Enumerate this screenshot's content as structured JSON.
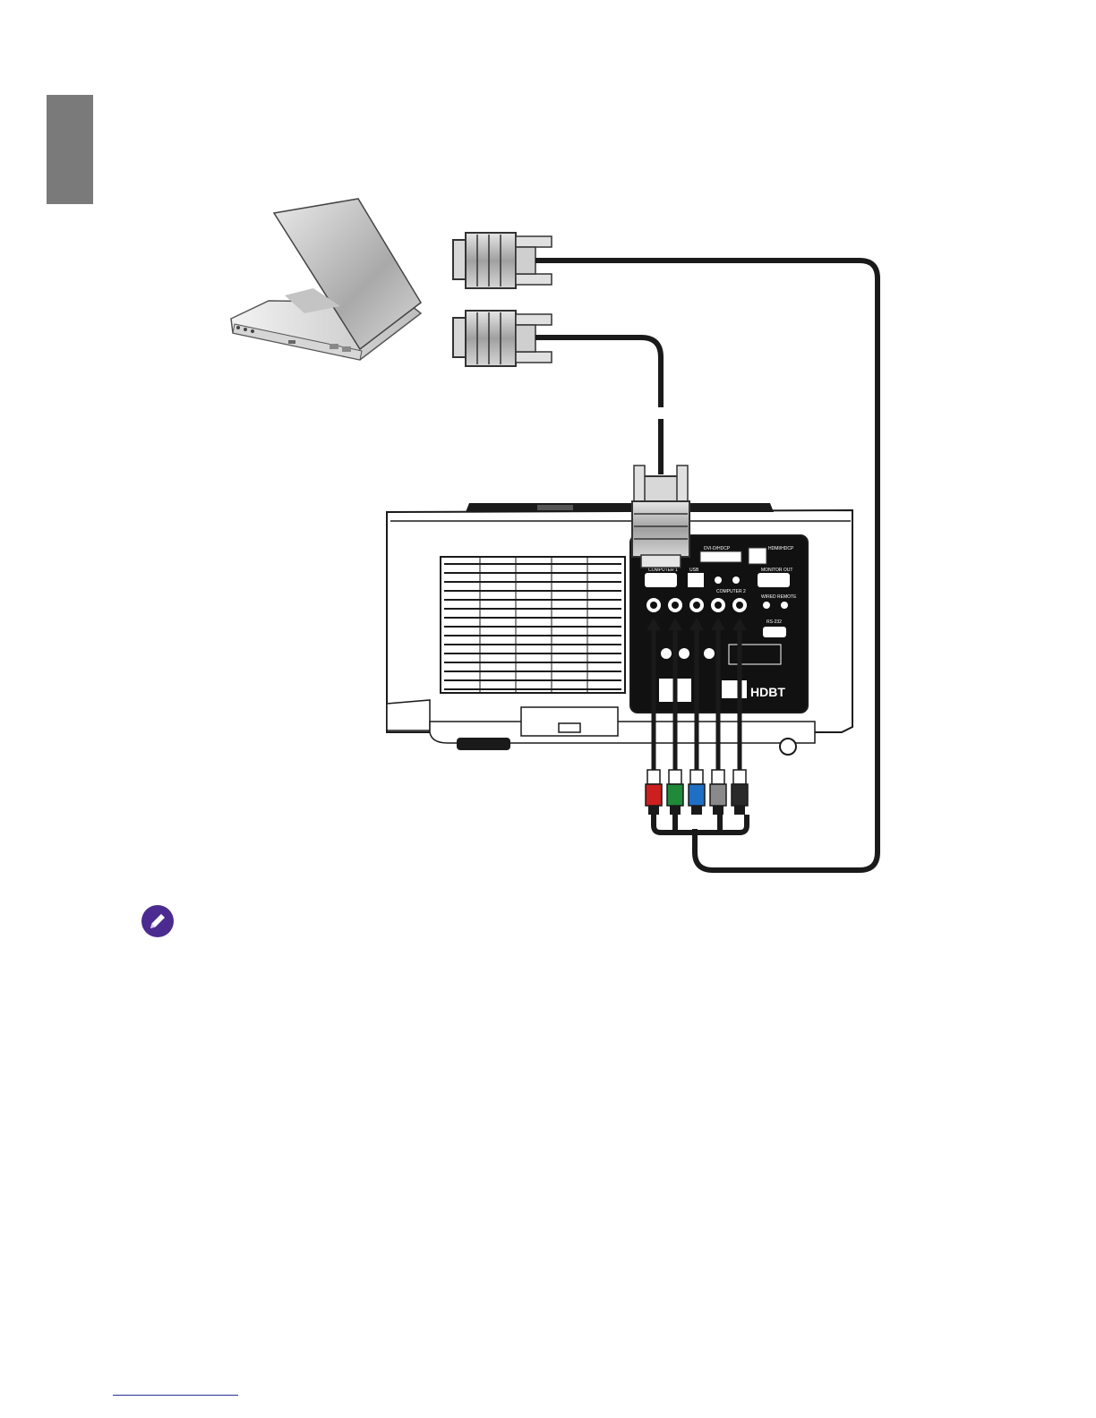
{
  "diagram": {
    "projector_labels": {
      "dvi": "DVI-D/HDCP",
      "hdmi": "HDMI/HDCP",
      "computer1": "COMPUTER 1",
      "usb": "USB",
      "monitor_out": "MONITOR OUT",
      "computer2": "COMPUTER 2",
      "wired_remote": "WIRED REMOTE",
      "rs232": "RS-232",
      "brand": "HDBT"
    }
  },
  "colors": {
    "cable": "#1a1a1a",
    "connector_metal": "#bdbdbd",
    "rca_red": "#cc1f1f",
    "rca_green": "#1f8a3a",
    "rca_blue": "#1f6fc4",
    "rca_gray": "#8a8a8a",
    "rca_black": "#2a2a2a",
    "note_icon": "#4b2b8f"
  },
  "icons": {
    "note": "pencil-icon"
  }
}
